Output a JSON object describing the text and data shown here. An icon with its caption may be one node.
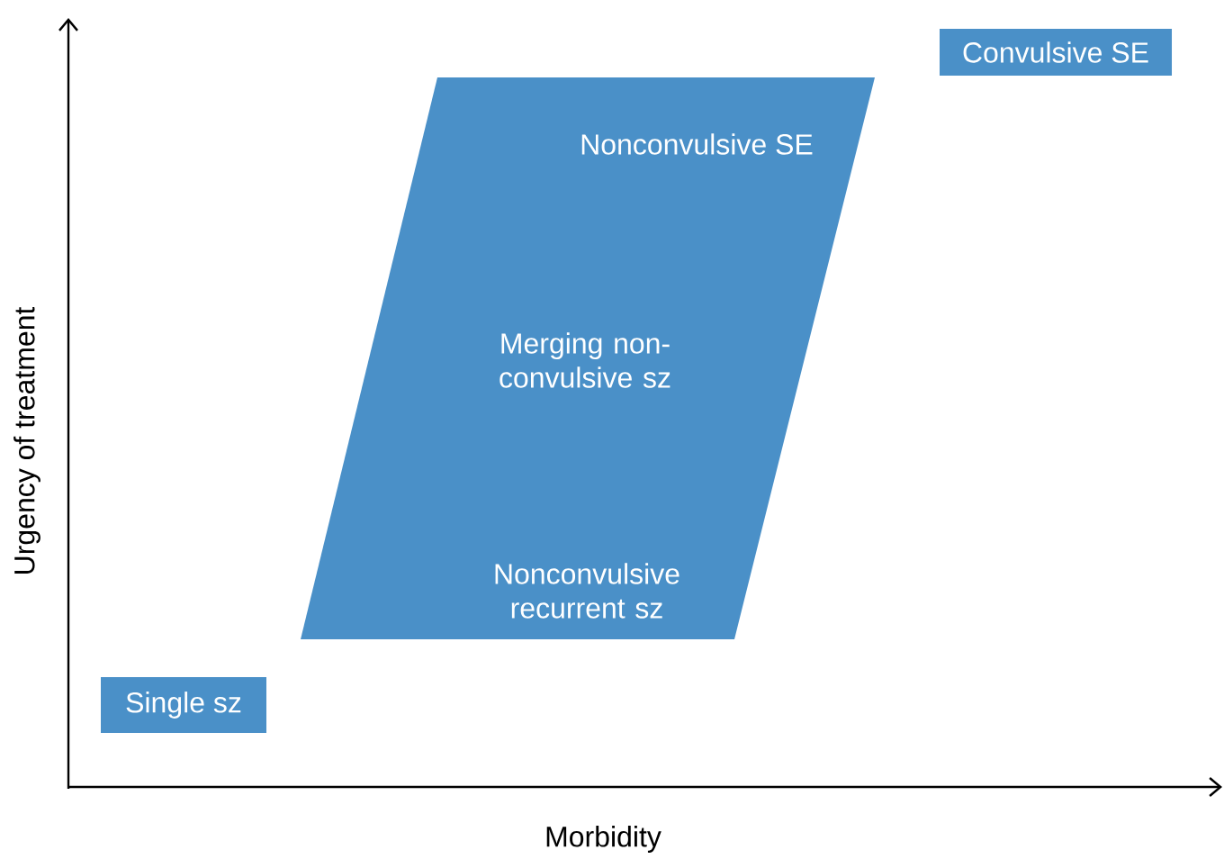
{
  "diagram": {
    "nodes": [
      {
        "text": [
          "Convulsive SE"
        ]
      },
      {
        "text": [
          "Nonconvulsive SE",
          "Merging non-convulsive sz",
          "Nonconvulsive recurrent sz"
        ]
      },
      {
        "text": [
          "Single sz"
        ]
      }
    ],
    "labels": [
      "Urgency of treatment",
      "Morbidity"
    ]
  }
}
